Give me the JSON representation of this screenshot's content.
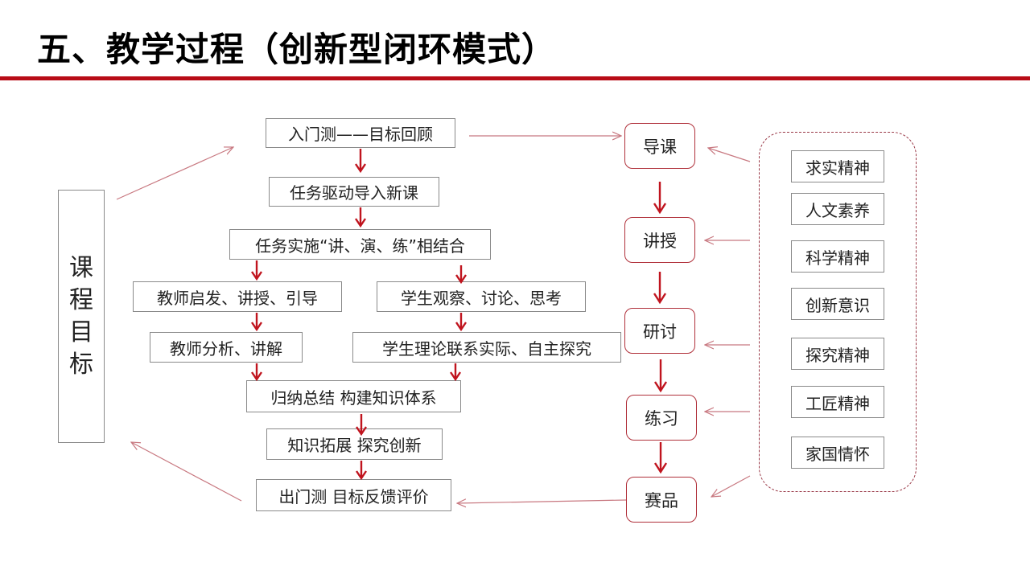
{
  "title": "五、教学过程（创新型闭环模式）",
  "colors": {
    "accent": "#b80c16",
    "arrow": "#c0141e",
    "thin_arrow": "#c87880",
    "box_border": "#8a8a8a",
    "round_border": "#b0303a"
  },
  "goal": {
    "chars": [
      "课",
      "程",
      "目",
      "标"
    ]
  },
  "flow": {
    "entry_test": "入门测——目标回顾",
    "task_driven": "任务驱动导入新课",
    "task_impl": "任务实施“讲、演、练”相结合",
    "teacher_inspire": "教师启发、讲授、引导",
    "student_observe": "学生观察、讨论、思考",
    "teacher_analyze": "教师分析、讲解",
    "student_theory": "学生理论联系实际、自主探究",
    "summary": "归纳总结 构建知识体系",
    "extension": "知识拓展 探究创新",
    "exit_test": "出门测 目标反馈评价"
  },
  "stages": [
    "导课",
    "讲授",
    "研讨",
    "练习",
    "赛品"
  ],
  "values": [
    "求实精神",
    "人文素养",
    "科学精神",
    "创新意识",
    "探究精神",
    "工匠精神",
    "家国情怀"
  ]
}
